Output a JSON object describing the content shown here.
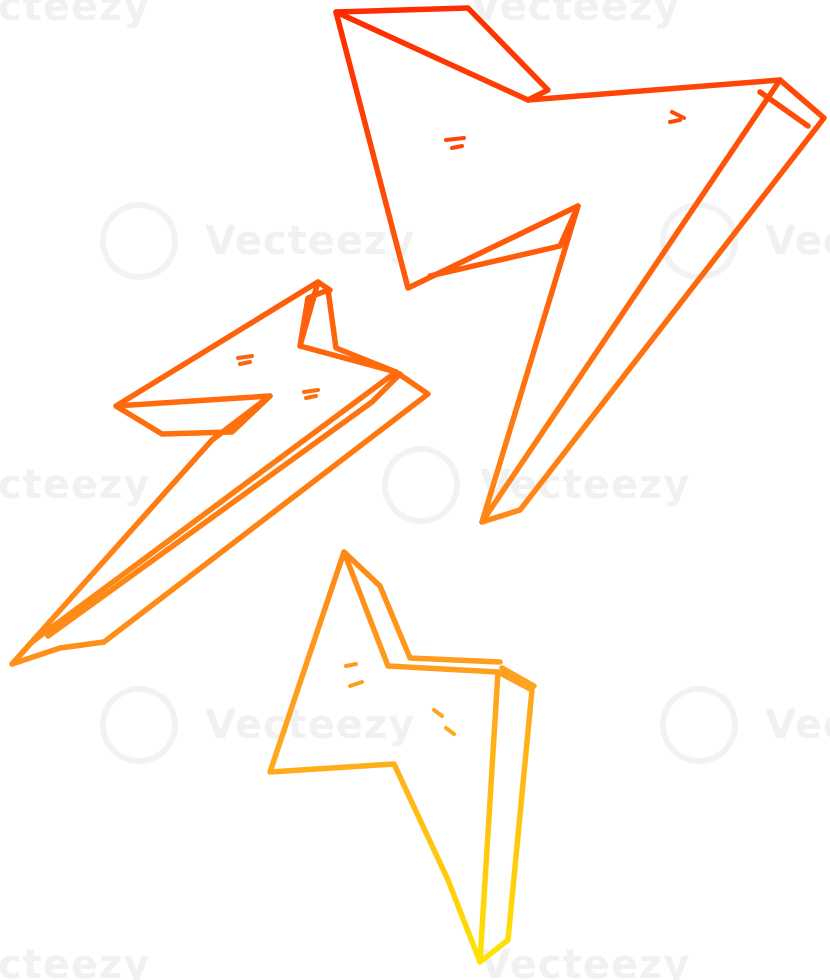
{
  "artwork": {
    "subject": "cartoon lightning bolts",
    "line_gradient": {
      "start_color": "#ff2a00",
      "end_color": "#ffe600"
    },
    "background_color": "#ffffff"
  },
  "watermark": {
    "text": "Vecteezy",
    "icon": "vecteezy-v-logo"
  }
}
